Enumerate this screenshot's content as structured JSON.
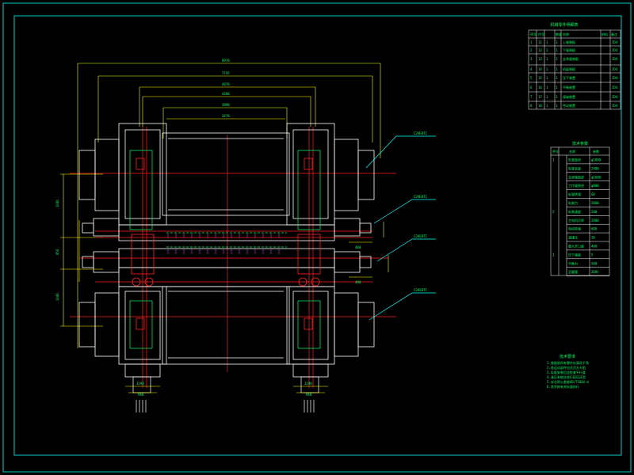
{
  "colors": {
    "background": "#000000",
    "frame": "#00cccc",
    "outline": "#ffffff",
    "centerline": "#ff2020",
    "dimension": "#ffff00",
    "leader": "#00ffff",
    "text": "#00ff66",
    "magenta": "#ff40ff"
  },
  "drawing": {
    "kind": "CAD assembly drawing (roll stand, four-roll arrangement)",
    "top_dimensions": [
      "8970",
      "7745",
      "4870",
      "4380",
      "3890",
      "3470"
    ],
    "left_dimensions": [
      "1040",
      "850",
      "1040"
    ],
    "port_dimensions": [
      "400",
      "400"
    ],
    "bottom_dimensions": [
      "1190",
      "940",
      "1190",
      "940"
    ],
    "leader_labels": [
      "C2KE8TI",
      "C2KE8TI",
      "C2KE8TI",
      "C2KE8TI"
    ]
  },
  "table_top": {
    "title": "机械零件明细表",
    "header": [
      "序号",
      "代号",
      "名称",
      "数量",
      "材料",
      "备注"
    ],
    "rows": [
      [
        "1",
        "11",
        "1",
        "上辊装配",
        "1",
        "JD4"
      ],
      [
        "2",
        "12",
        "1",
        "下辊装配",
        "1",
        "JD4"
      ],
      [
        "3",
        "13",
        "1",
        "支承辊装配",
        "1",
        "JD4"
      ],
      [
        "4",
        "14",
        "1",
        "机架装配",
        "1",
        "JD4"
      ],
      [
        "5",
        "15",
        "1",
        "压下装置",
        "1",
        "JD4"
      ],
      [
        "6",
        "16",
        "1",
        "平衡装置",
        "1",
        "JD4"
      ],
      [
        "7",
        "17",
        "1",
        "接轴装置",
        "1",
        "JD4"
      ],
      [
        "8",
        "18",
        "1",
        "传动装置",
        "1",
        "JD4"
      ]
    ]
  },
  "table_params": {
    "title": "技术参数",
    "header": [
      "序号",
      "名称",
      "参数"
    ],
    "rows": [
      [
        "1",
        "轧辊直径",
        "φ1000"
      ],
      [
        "",
        "轧辊长度",
        "2400"
      ],
      [
        "",
        "支承辊直径",
        "φ1600"
      ],
      [
        "",
        "工作辊直径",
        "φ800"
      ],
      [
        "",
        "轧辊转速",
        "60"
      ],
      [
        "",
        "轧制力",
        "2000"
      ],
      [
        "2",
        "轧制速度",
        "200"
      ],
      [
        "",
        "主电机功率",
        "2000"
      ],
      [
        "",
        "电机转速",
        "600"
      ],
      [
        "",
        "减速比",
        "10"
      ],
      [
        "",
        "最大开口度",
        "400"
      ],
      [
        "3",
        "压下速度",
        "5"
      ],
      [
        "",
        "平衡力",
        "500"
      ],
      [
        "",
        "总重量",
        "300t"
      ]
    ]
  },
  "notes": {
    "title": "技术要求",
    "lines": [
      "1.装配前所有零件应清洗干净",
      "2.各运动部件应灵活无卡阻",
      "3.轧辊安装后应检查平行度",
      "4.液压系统应进行耐压试验",
      "5.未注明公差按GB/T1804-m",
      "6.其余按有关标准执行"
    ]
  }
}
